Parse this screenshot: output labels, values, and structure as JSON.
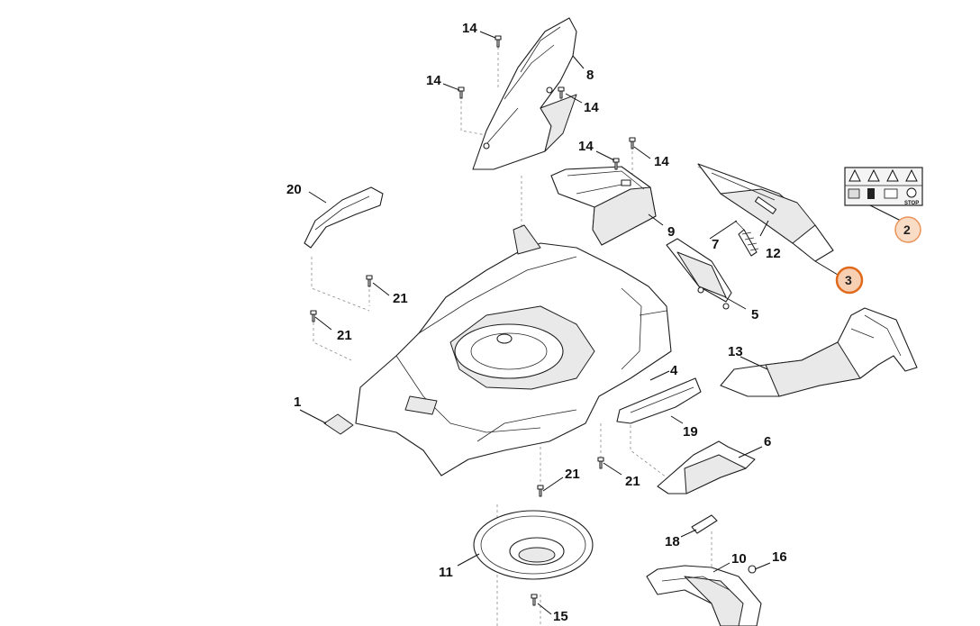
{
  "callouts": {
    "p1": "1",
    "p2": "2",
    "p3": "3",
    "p4": "4",
    "p5": "5",
    "p6": "6",
    "p7": "7",
    "p8": "8",
    "p9": "9",
    "p10": "10",
    "p11": "11",
    "p12": "12",
    "p13": "13",
    "p14": "14",
    "p15": "15",
    "p16": "16",
    "p18": "18",
    "p19": "19",
    "p20": "20",
    "p21": "21"
  },
  "decal": {
    "stop_text": "STOP"
  },
  "highlight_colors": {
    "ring": "#e0691c",
    "fill": "#f7cfb2"
  }
}
